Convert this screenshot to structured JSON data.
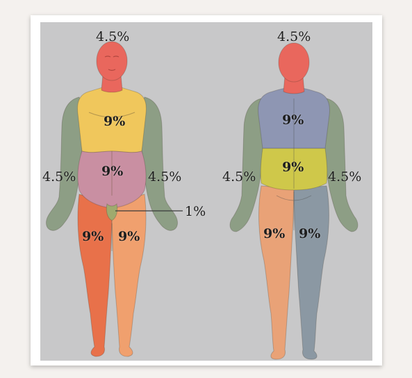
{
  "diagram": {
    "colors": {
      "background": "#c8c8c9",
      "head": "#e9675d",
      "chest": "#f0c75c",
      "abdomen": "#c98fa2",
      "arm": "#8d9e85",
      "leg_left": "#e8714a",
      "leg_right": "#f0a06e",
      "back_upper": "#8e96b3",
      "back_lower": "#cfc84a",
      "back_leg_left": "#e9a277",
      "back_leg_right": "#8b98a3",
      "groin": "#9faa6e"
    },
    "front": {
      "head": "4.5%",
      "chest": "9%",
      "abdomen": "9%",
      "arm_left": "4.5%",
      "arm_right": "4.5%",
      "groin": "1%",
      "leg_left": "9%",
      "leg_right": "9%"
    },
    "back": {
      "head": "4.5%",
      "upper_back": "9%",
      "lower_back": "9%",
      "arm_left": "4.5%",
      "arm_right": "4.5%",
      "leg_left": "9%",
      "leg_right": "9%"
    }
  }
}
